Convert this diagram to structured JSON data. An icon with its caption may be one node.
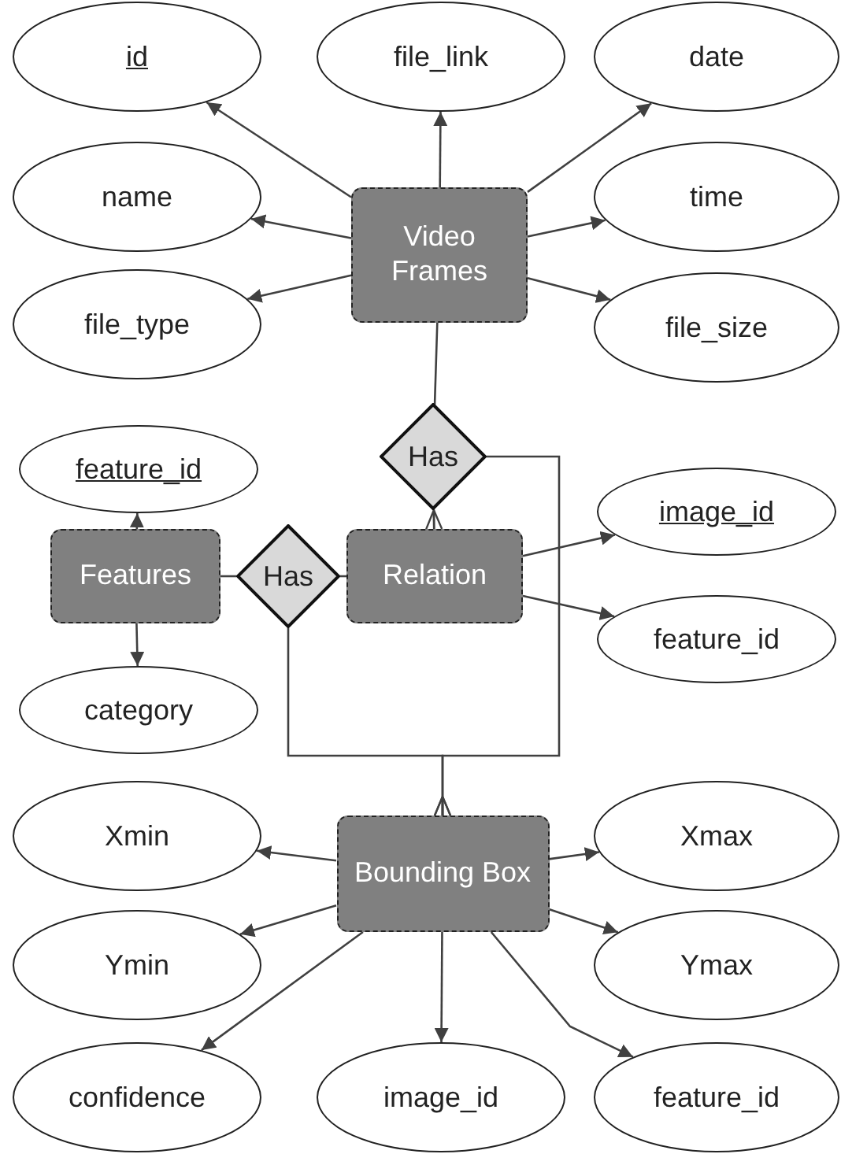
{
  "diagram": {
    "nodes": [
      {
        "text": [
          "id"
        ]
      },
      {
        "text": [
          "file_link"
        ]
      },
      {
        "text": [
          "date"
        ]
      },
      {
        "text": [
          "name"
        ]
      },
      {
        "text": [
          "Video Frames"
        ]
      },
      {
        "text": [
          "time"
        ]
      },
      {
        "text": [
          "file_type"
        ]
      },
      {
        "text": [
          "file_size"
        ]
      },
      {
        "text": [
          "feature_id"
        ]
      },
      {
        "text": [
          "Has"
        ]
      },
      {
        "text": [
          "image_id"
        ]
      },
      {
        "text": [
          "Features"
        ]
      },
      {
        "text": [
          "Has"
        ]
      },
      {
        "text": [
          "Relation"
        ]
      },
      {
        "text": [
          "feature_id"
        ]
      },
      {
        "text": [
          "category"
        ]
      },
      {
        "text": [
          "Xmin"
        ]
      },
      {
        "text": [
          "Bounding Box"
        ]
      },
      {
        "text": [
          "Xmax"
        ]
      },
      {
        "text": [
          "Ymin"
        ]
      },
      {
        "text": [
          "Ymax"
        ]
      },
      {
        "text": [
          "confidence"
        ]
      },
      {
        "text": [
          "image_id"
        ]
      },
      {
        "text": [
          "feature_id"
        ]
      }
    ],
    "edges": [
      {
        "from": 4,
        "to": 0,
        "arrow": "to"
      },
      {
        "from": 4,
        "to": 1,
        "arrow": "to"
      },
      {
        "from": 4,
        "to": 2,
        "arrow": "to"
      },
      {
        "from": 4,
        "to": 3,
        "arrow": "to"
      },
      {
        "from": 4,
        "to": 5,
        "arrow": "to"
      },
      {
        "from": 4,
        "to": 6,
        "arrow": "to"
      },
      {
        "from": 4,
        "to": 7,
        "arrow": "to"
      },
      {
        "from": 4,
        "to": 9,
        "arrow": "none"
      },
      {
        "from": 9,
        "to": 13,
        "arrow": "other"
      },
      {
        "from": 9,
        "to": 17,
        "arrow": "other"
      },
      {
        "from": 11,
        "to": 8,
        "arrow": "to"
      },
      {
        "from": 11,
        "to": 15,
        "arrow": "to"
      },
      {
        "from": 12,
        "to": 11,
        "arrow": "none"
      },
      {
        "from": 12,
        "to": 13,
        "arrow": "none"
      },
      {
        "from": 12,
        "to": 17,
        "arrow": "other"
      },
      {
        "from": 13,
        "to": 10,
        "arrow": "to"
      },
      {
        "from": 13,
        "to": 14,
        "arrow": "to"
      },
      {
        "from": 17,
        "to": 16,
        "arrow": "to"
      },
      {
        "from": 17,
        "to": 18,
        "arrow": "to"
      },
      {
        "from": 17,
        "to": 19,
        "arrow": "to"
      },
      {
        "from": 17,
        "to": 20,
        "arrow": "to"
      },
      {
        "from": 17,
        "to": 21,
        "arrow": "to"
      },
      {
        "from": 17,
        "to": 22,
        "arrow": "to"
      },
      {
        "from": 17,
        "to": 23,
        "arrow": "to"
      }
    ]
  }
}
